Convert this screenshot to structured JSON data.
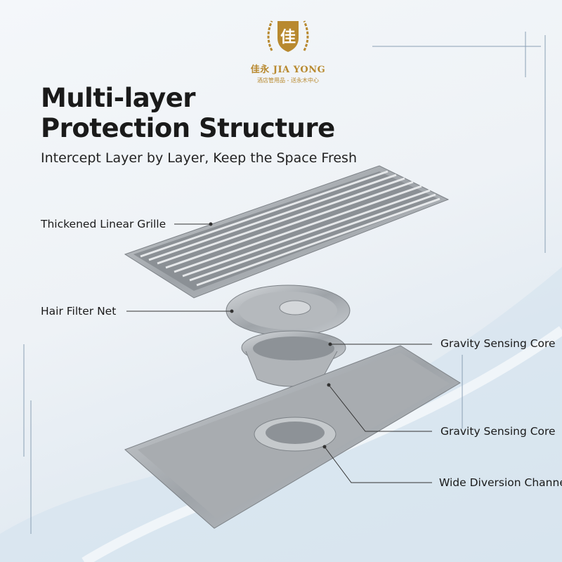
{
  "logo": {
    "emblem_char": "佳",
    "brand": "佳永 JIA YONG",
    "tagline": "酒店管用品 - 送永木中心"
  },
  "header": {
    "title_line1": "Multi-layer",
    "title_line2": "Protection Structure",
    "subtitle": "Intercept Layer by Layer, Keep the Space Fresh"
  },
  "callouts": [
    {
      "label": "Thickened Linear Grille"
    },
    {
      "label": "Hair Filter Net"
    },
    {
      "label": "Gravity Sensing Core"
    },
    {
      "label": "Gravity Sensing Core"
    },
    {
      "label": "Wide Diversion Channel"
    }
  ],
  "colors": {
    "brand_gold": "#b8892f",
    "steel": "#a9adb2"
  }
}
